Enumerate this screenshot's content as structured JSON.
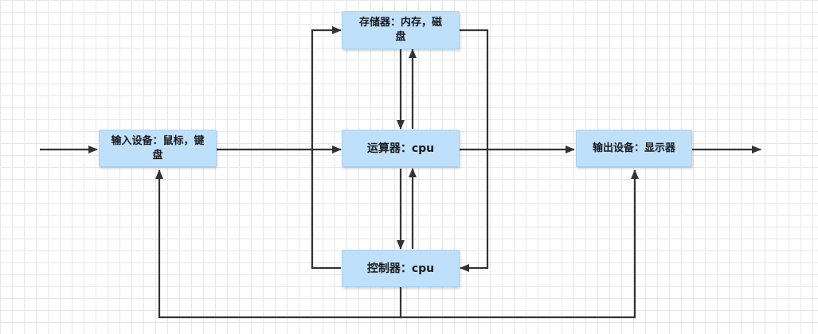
{
  "nodes": {
    "memory": "存储器：内存，磁盘",
    "input": "输入设备：鼠标，键盘",
    "alu": "运算器：cpu",
    "output": "输出设备：显示器",
    "control": "控制器：cpu"
  },
  "colors": {
    "node_fill": "#bfe0fb",
    "line": "#333333"
  }
}
